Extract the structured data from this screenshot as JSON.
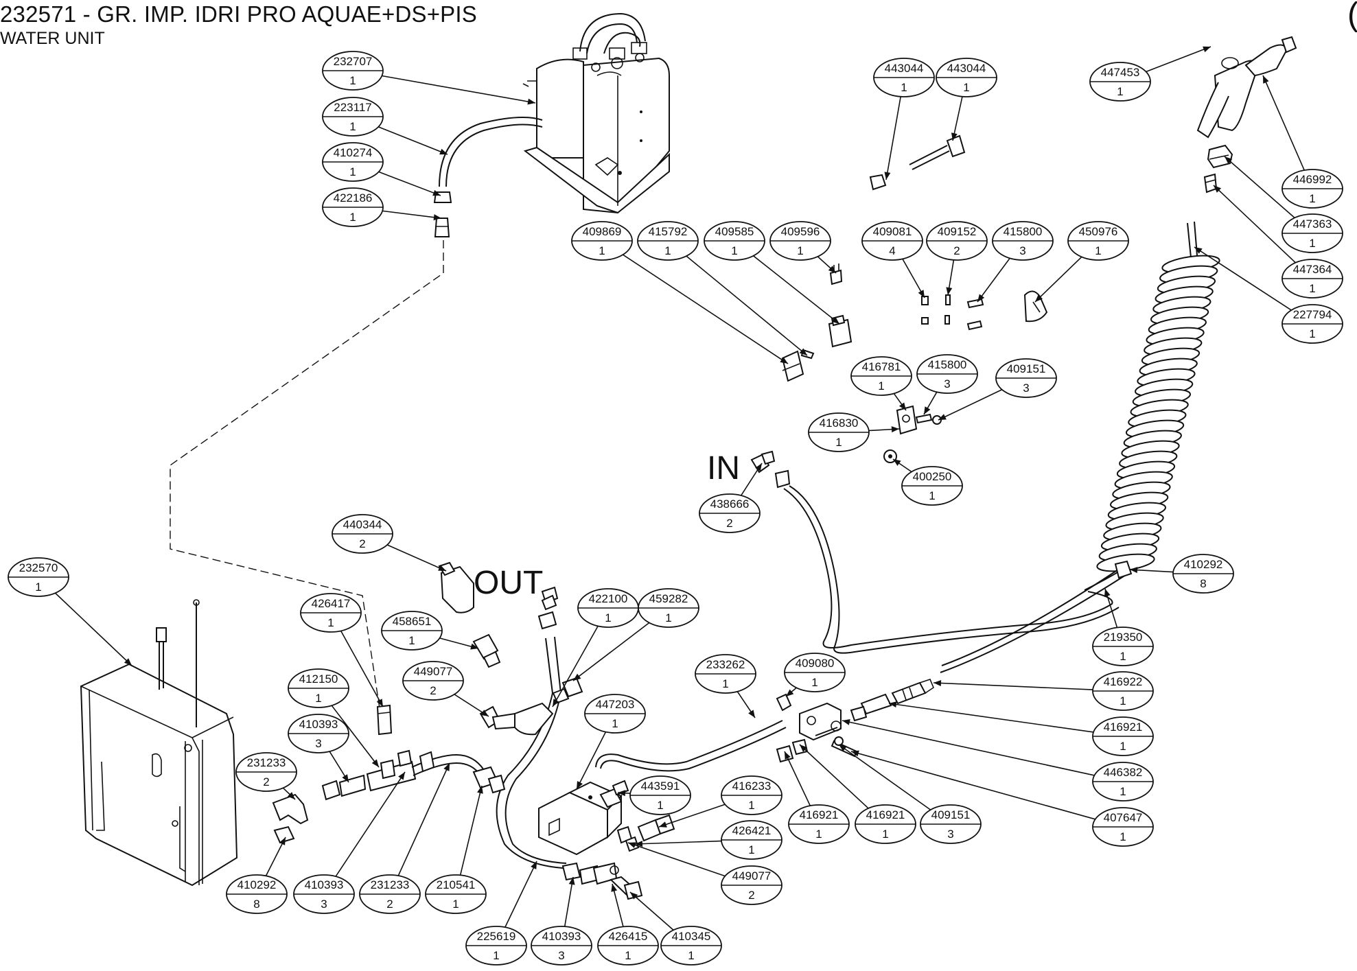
{
  "header": {
    "title": "232571 - GR. IMP. IDRI PRO AQUAE+DS+PIS",
    "subtitle": "WATER UNIT",
    "corner_glyph": "("
  },
  "labels": {
    "in": "IN",
    "out": "OUT"
  },
  "callouts": [
    {
      "part": "232707",
      "qty": "1"
    },
    {
      "part": "223117",
      "qty": "1"
    },
    {
      "part": "410274",
      "qty": "1"
    },
    {
      "part": "422186",
      "qty": "1"
    },
    {
      "part": "443044",
      "qty": "1"
    },
    {
      "part": "443044",
      "qty": "1"
    },
    {
      "part": "447453",
      "qty": "1"
    },
    {
      "part": "446992",
      "qty": "1"
    },
    {
      "part": "447363",
      "qty": "1"
    },
    {
      "part": "447364",
      "qty": "1"
    },
    {
      "part": "227794",
      "qty": "1"
    },
    {
      "part": "409869",
      "qty": "1"
    },
    {
      "part": "415792",
      "qty": "1"
    },
    {
      "part": "409585",
      "qty": "1"
    },
    {
      "part": "409596",
      "qty": "1"
    },
    {
      "part": "409081",
      "qty": "4"
    },
    {
      "part": "409152",
      "qty": "2"
    },
    {
      "part": "415800",
      "qty": "3"
    },
    {
      "part": "450976",
      "qty": "1"
    },
    {
      "part": "416781",
      "qty": "1"
    },
    {
      "part": "415800",
      "qty": "3"
    },
    {
      "part": "409151",
      "qty": "3"
    },
    {
      "part": "416830",
      "qty": "1"
    },
    {
      "part": "400250",
      "qty": "1"
    },
    {
      "part": "438666",
      "qty": "2"
    },
    {
      "part": "410292",
      "qty": "8"
    },
    {
      "part": "219350",
      "qty": "1"
    },
    {
      "part": "416922",
      "qty": "1"
    },
    {
      "part": "416921",
      "qty": "1"
    },
    {
      "part": "446382",
      "qty": "1"
    },
    {
      "part": "407647",
      "qty": "1"
    },
    {
      "part": "232570",
      "qty": "1"
    },
    {
      "part": "440344",
      "qty": "2"
    },
    {
      "part": "426417",
      "qty": "1"
    },
    {
      "part": "458651",
      "qty": "1"
    },
    {
      "part": "422100",
      "qty": "1"
    },
    {
      "part": "459282",
      "qty": "1"
    },
    {
      "part": "449077",
      "qty": "2"
    },
    {
      "part": "412150",
      "qty": "1"
    },
    {
      "part": "410393",
      "qty": "3"
    },
    {
      "part": "231233",
      "qty": "2"
    },
    {
      "part": "447203",
      "qty": "1"
    },
    {
      "part": "233262",
      "qty": "1"
    },
    {
      "part": "409080",
      "qty": "1"
    },
    {
      "part": "443591",
      "qty": "1"
    },
    {
      "part": "416233",
      "qty": "1"
    },
    {
      "part": "426421",
      "qty": "1"
    },
    {
      "part": "449077",
      "qty": "2"
    },
    {
      "part": "416921",
      "qty": "1"
    },
    {
      "part": "416921",
      "qty": "1"
    },
    {
      "part": "409151",
      "qty": "3"
    },
    {
      "part": "410292",
      "qty": "8"
    },
    {
      "part": "410393",
      "qty": "3"
    },
    {
      "part": "231233",
      "qty": "2"
    },
    {
      "part": "210541",
      "qty": "1"
    },
    {
      "part": "225619",
      "qty": "1"
    },
    {
      "part": "410393",
      "qty": "3"
    },
    {
      "part": "426415",
      "qty": "1"
    },
    {
      "part": "410345",
      "qty": "1"
    }
  ]
}
